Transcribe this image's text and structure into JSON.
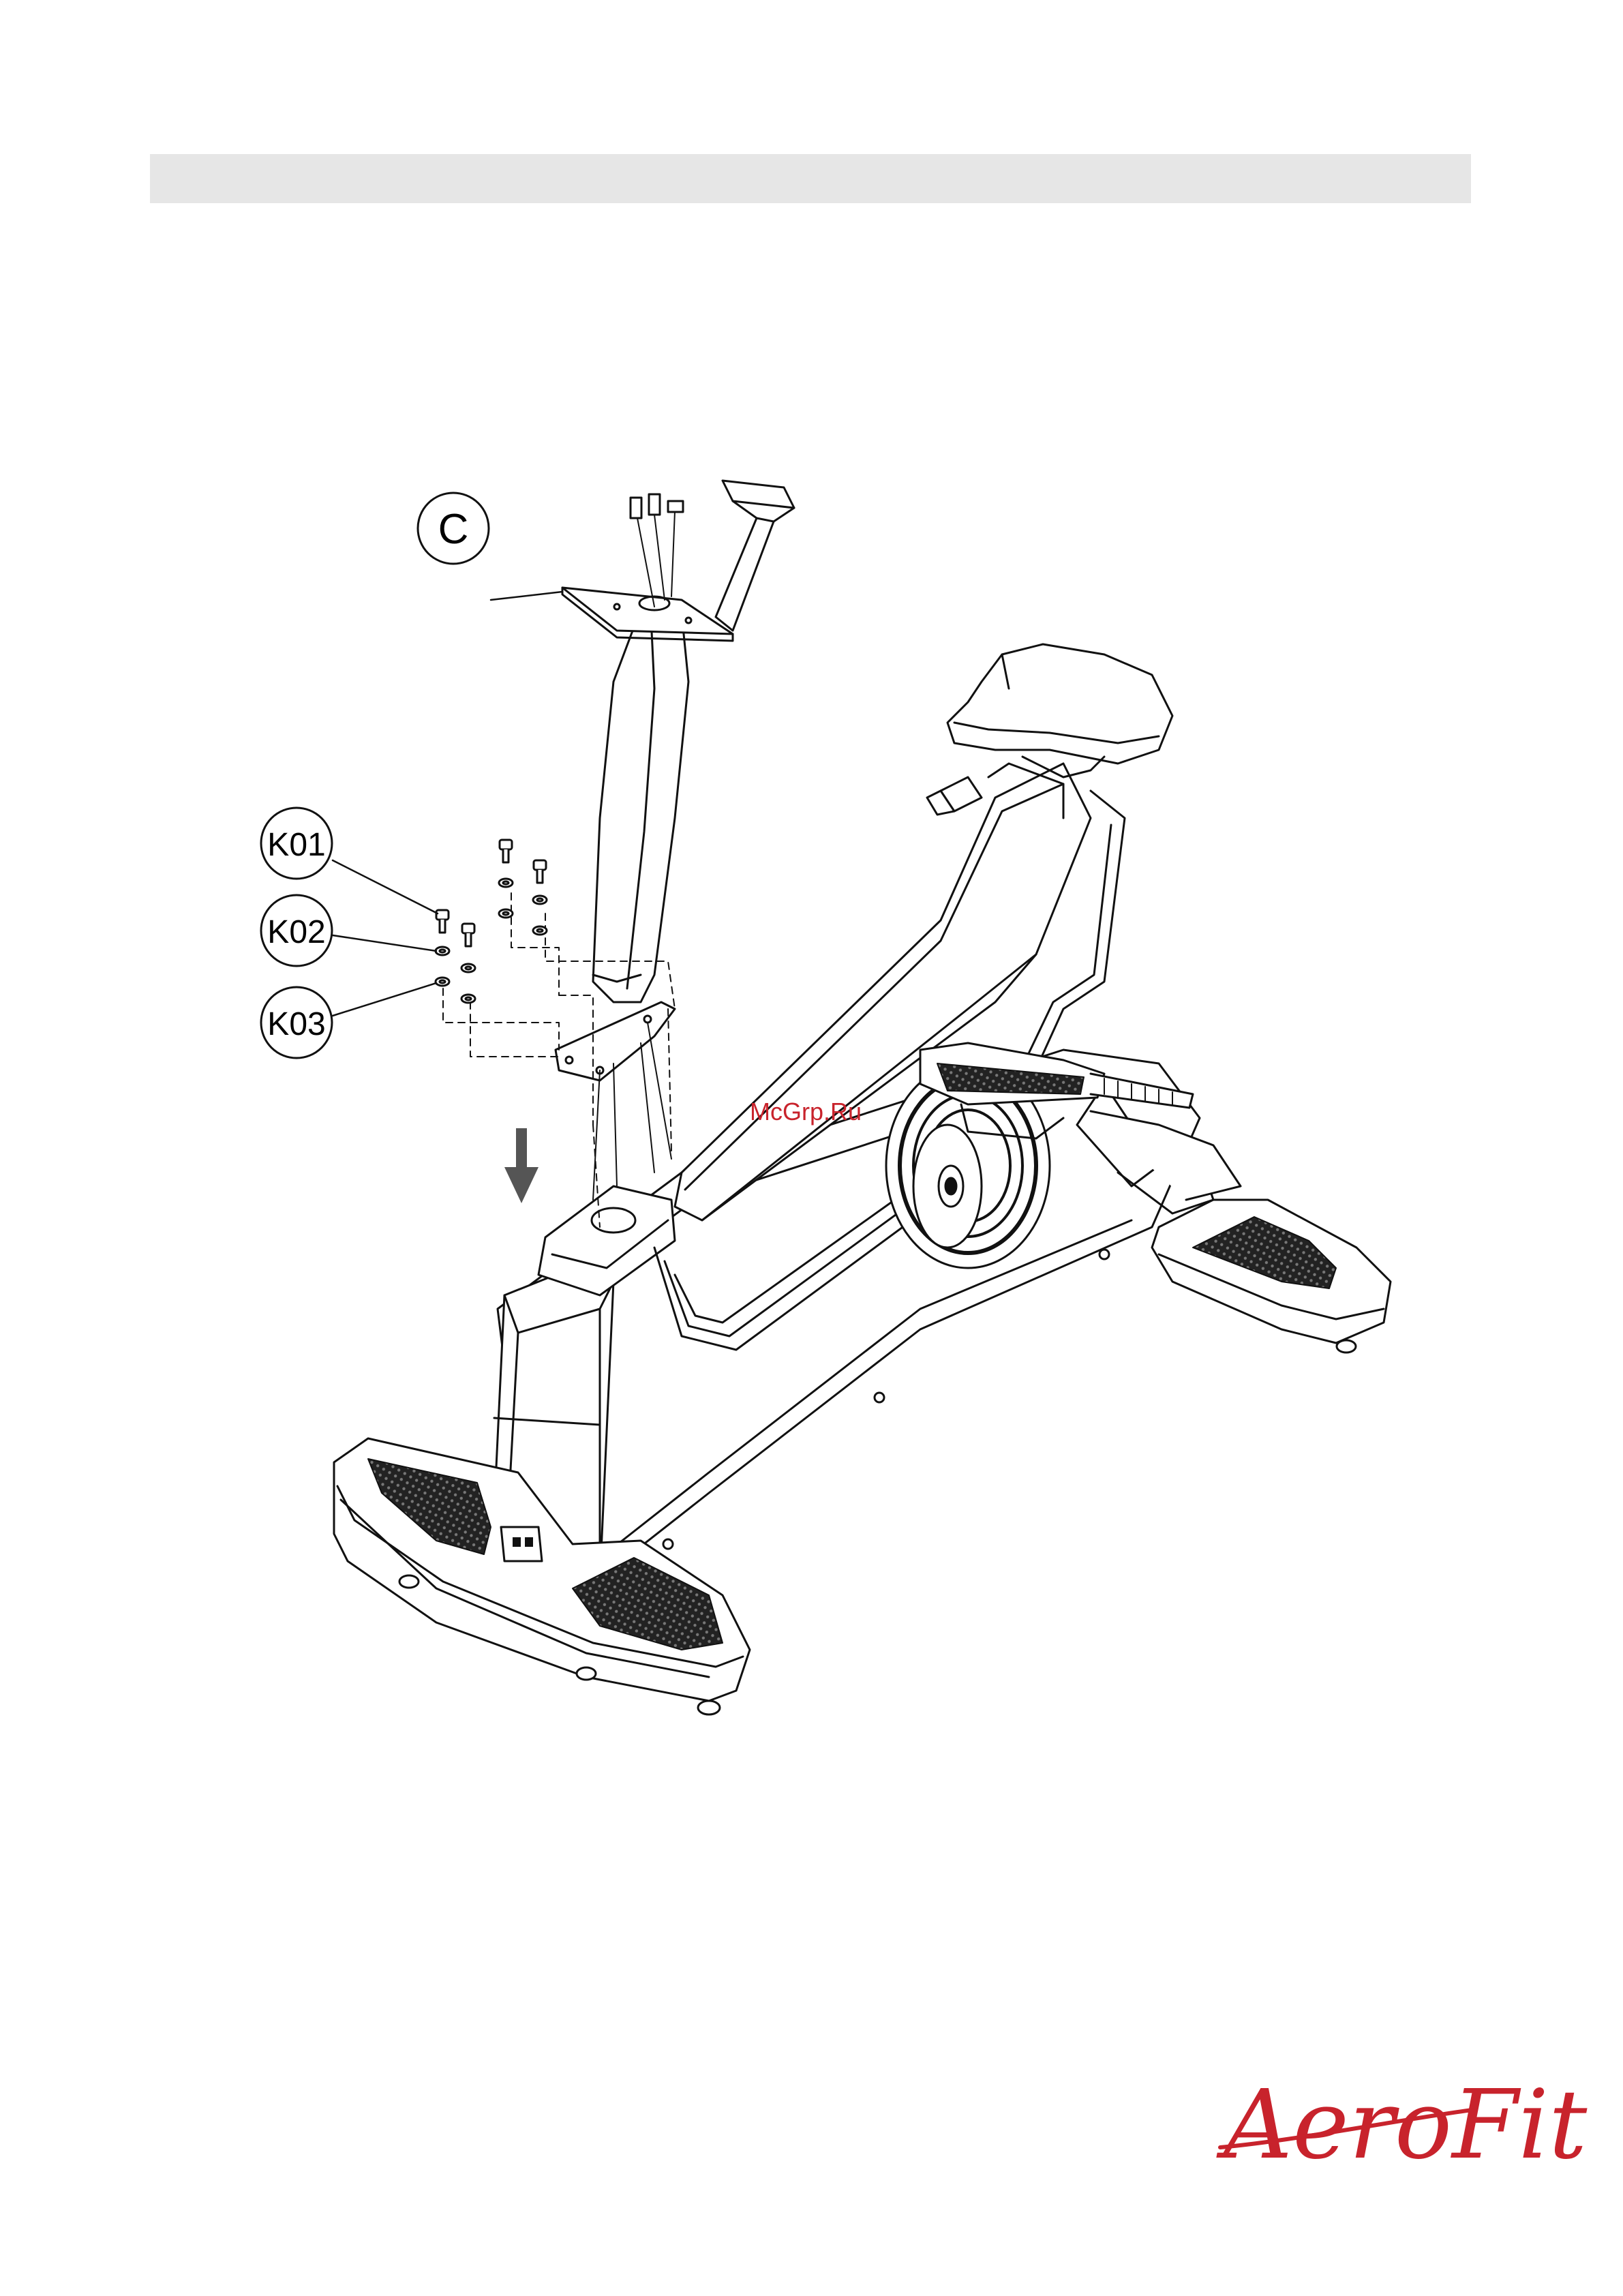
{
  "callouts": {
    "c": "C",
    "k01": "K01",
    "k02": "K02",
    "k03": "K03"
  },
  "watermark": "McGrp.Ru",
  "brand": {
    "logo_text": "AeroFit",
    "color": "#c8232c"
  },
  "colors": {
    "line": "#111111",
    "pad": "#3a3a3a",
    "header_bar": "#e6e6e6"
  }
}
